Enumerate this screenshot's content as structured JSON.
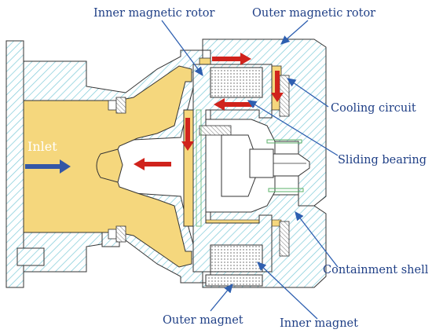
{
  "labels": {
    "inner_rotor": "Inner magnetic rotor",
    "outer_rotor": "Outer magnetic rotor",
    "cooling_circuit": "Cooling circuit",
    "sliding_bearing": "Sliding bearing",
    "containment_shell": "Containment shell",
    "outer_magnet": "Outer magnet",
    "inner_magnet": "Inner magnet",
    "inlet": "Inlet"
  },
  "colors": {
    "label_text": "#1f3f86",
    "leader_line": "#2e5fb0",
    "flow_arrow": "#d0231c",
    "inlet_arrow": "#3457a6",
    "fluid_region": "#f5d77d",
    "housing_hatch": "#7ccad8",
    "outline": "#333333"
  },
  "icons": {
    "flow": "red-block-arrow",
    "inlet": "blue-block-arrow"
  }
}
